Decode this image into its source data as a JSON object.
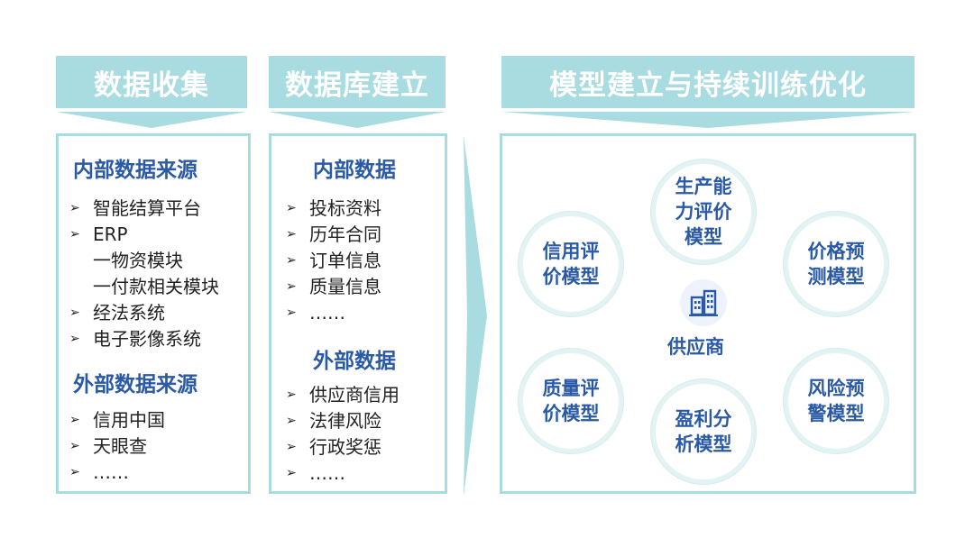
{
  "col1": {
    "header": "数据收集",
    "internal_title": "内部数据来源",
    "internal_items": [
      "智能结算平台",
      "ERP"
    ],
    "internal_subitems": [
      "一物资模块",
      "一付款相关模块"
    ],
    "internal_items2": [
      "经法系统",
      "电子影像系统"
    ],
    "external_title": "外部数据来源",
    "external_items": [
      "信用中国",
      "天眼查",
      "……"
    ]
  },
  "col2": {
    "header": "数据库建立",
    "internal_title": "内部数据",
    "internal_items": [
      "投标资料",
      "历年合同",
      "订单信息",
      "质量信息",
      "……"
    ],
    "external_title": "外部数据",
    "external_items": [
      "供应商信用",
      "法律风险",
      "行政奖惩",
      "……"
    ]
  },
  "col3": {
    "header": "模型建立与持续训练优化",
    "center_label": "供应商",
    "center_icon": "building-icon",
    "models": {
      "top": "生产能\n力评价\n模型",
      "upper_left": "信用评\n价模型",
      "upper_right": "价格预\n测模型",
      "lower_left": "质量评\n价模型",
      "lower_right": "风险预\n警模型",
      "bottom": "盈利分\n析模型"
    }
  },
  "colors": {
    "header_bg": "#a9dce1",
    "title_blue": "#2a5aa6",
    "circle_ring": "#e3f3f4"
  }
}
